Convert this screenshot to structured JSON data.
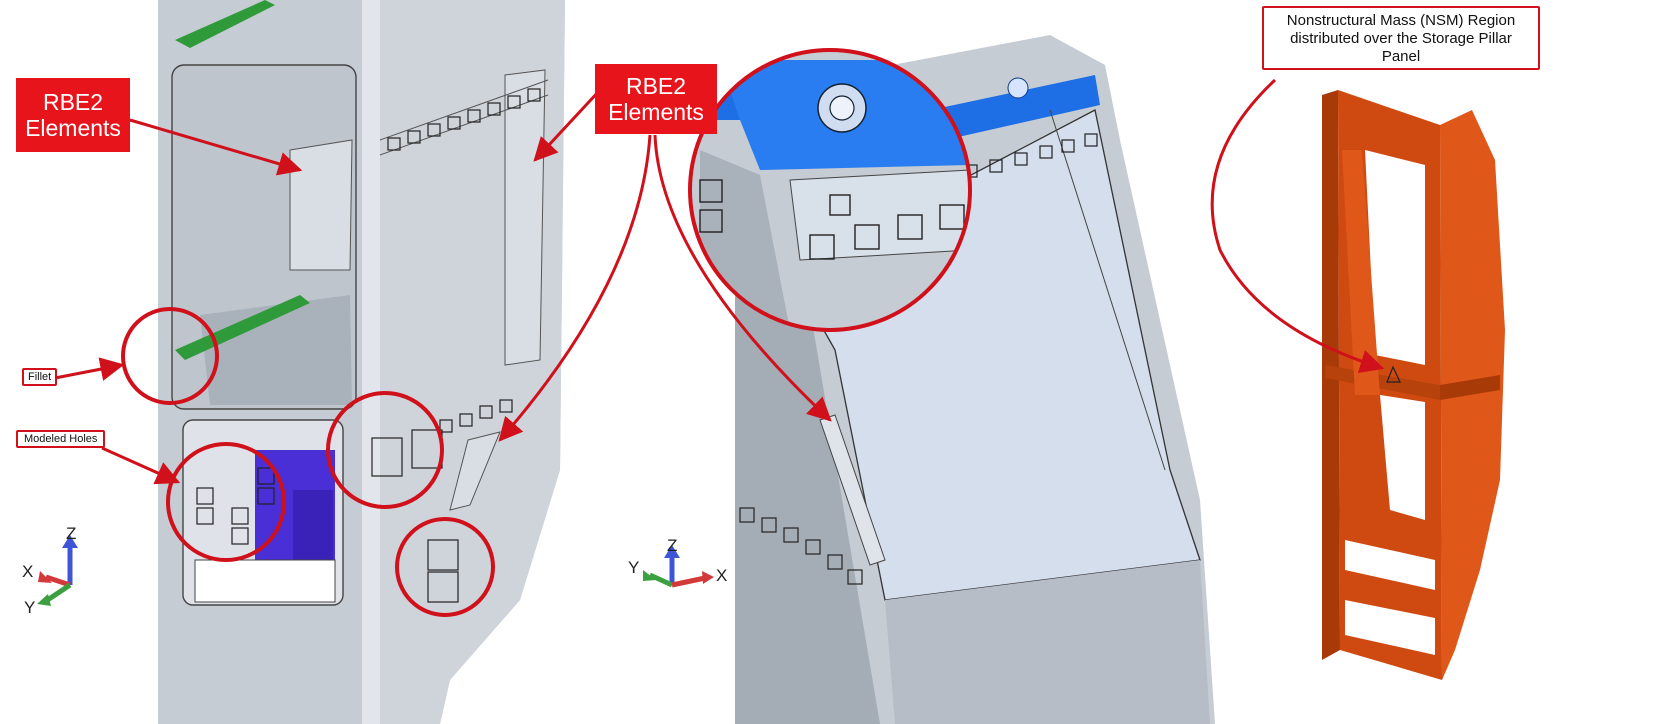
{
  "annotations": {
    "rbe2_left": "RBE2 Elements",
    "rbe2_center": "RBE2 Elements",
    "fillet": "Fillet",
    "modeled_holes": "Modeled Holes",
    "nsm_region": "Nonstructural Mass (NSM) Region distributed over the Storage Pillar Panel"
  },
  "triads": {
    "left": {
      "horizontal": "X",
      "vertical": "Z",
      "depth": "Y"
    },
    "center": {
      "horizontal_left": "Y",
      "vertical": "Z",
      "horizontal_right": "X"
    }
  },
  "colors": {
    "callout_red": "#e8141b",
    "mesh_gray": "#c6ccd4",
    "panel_light": "#d4deec",
    "blue_part": "#1e6fe6",
    "purple_part": "#4a2fd6",
    "green_rail": "#2f9a3a",
    "nsm_orange": "#cf4a10"
  }
}
